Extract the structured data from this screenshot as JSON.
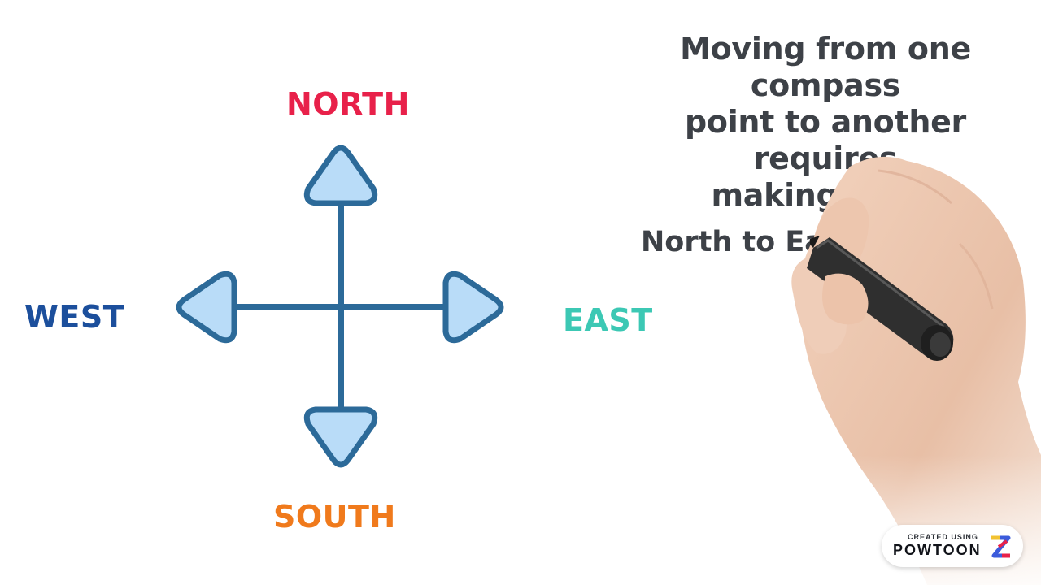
{
  "directions": {
    "north": "NORTH",
    "south": "SOUTH",
    "west": "WEST",
    "east": "EAST"
  },
  "colors": {
    "north": "#e8214a",
    "south": "#f07a1c",
    "west": "#1c4f9c",
    "east": "#3cc8b4",
    "arrow_fill": "#b9dcf8",
    "arrow_stroke": "#2c6a99",
    "text": "#3d4147"
  },
  "headline": {
    "line1": "Moving from one compass",
    "line2": "point to another requires",
    "line3": "making turns"
  },
  "subline": "North to East",
  "watermark": {
    "small": "CREATED USING",
    "brand": "POWTOON",
    "logo_icon": "powtoon-logo-icon"
  }
}
